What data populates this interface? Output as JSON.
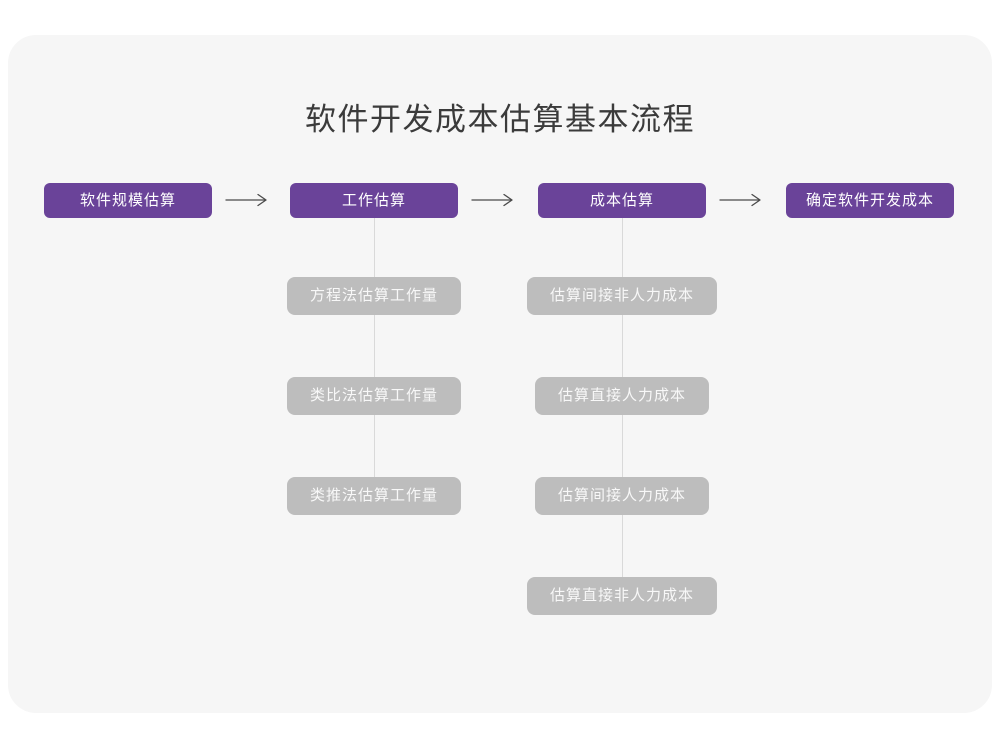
{
  "title": "软件开发成本估算基本流程",
  "flow": {
    "main_steps": [
      {
        "label": "软件规模估算"
      },
      {
        "label": "工作估算"
      },
      {
        "label": "成本估算"
      },
      {
        "label": "确定软件开发成本"
      }
    ],
    "branches": [
      {
        "parent": "工作估算",
        "items": [
          "方程法估算工作量",
          "类比法估算工作量",
          "类推法估算工作量"
        ]
      },
      {
        "parent": "成本估算",
        "items": [
          "估算间接非人力成本",
          "估算直接人力成本",
          "估算间接人力成本",
          "估算直接非人力成本"
        ]
      }
    ]
  },
  "colors": {
    "primary_node_bg": "#6a4399",
    "sub_node_bg": "#bdbdbd",
    "node_text": "#ffffff",
    "card_bg": "#f6f6f6",
    "page_bg": "#ffffff",
    "connector_line": "#d9d9d9",
    "arrow": "#4a4a4a",
    "title_text": "#3b3b3b"
  }
}
